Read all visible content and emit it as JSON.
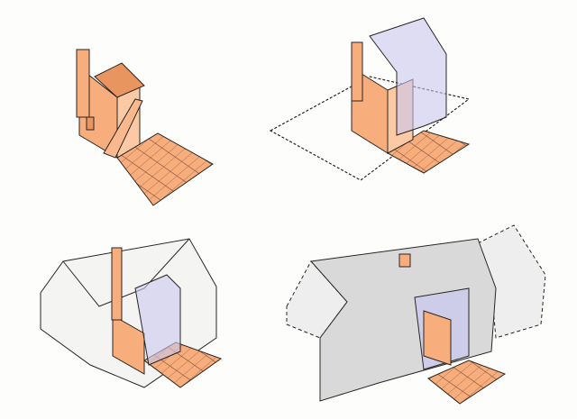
{
  "colors": {
    "orange": "#f7ad7c",
    "orange_light": "#fbc9a4",
    "orange_dark": "#e8955f",
    "line": "#2a2522",
    "glass": "#c9c8f0",
    "house_grey": "#d9d9d9",
    "house_light": "#eeeeee",
    "background": "#fdfdfb"
  },
  "panels": [
    {
      "id": "core-only"
    },
    {
      "id": "core-with-glazing-and-boundary"
    },
    {
      "id": "core-inside-transparent-house"
    },
    {
      "id": "core-inside-solid-house"
    }
  ]
}
